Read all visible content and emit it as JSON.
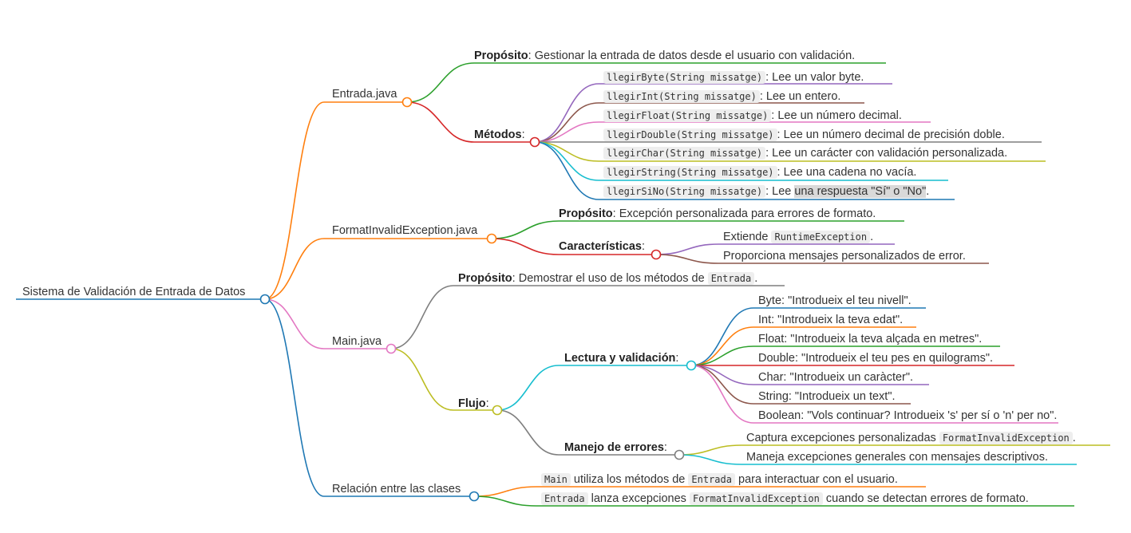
{
  "root": "Sistema de Validación de Entrada de Datos",
  "entrada": {
    "label": "Entrada.java",
    "proposito_key": "Propósito",
    "proposito_text": ": Gestionar la entrada de datos desde el usuario con validación.",
    "metodos_key": "Métodos",
    "metodos": [
      {
        "code": "llegirByte(String missatge)",
        "text": ": Lee un valor byte."
      },
      {
        "code": "llegirInt(String missatge)",
        "text": ": Lee un entero."
      },
      {
        "code": "llegirFloat(String missatge)",
        "text": ": Lee un número decimal."
      },
      {
        "code": "llegirDouble(String missatge)",
        "text": ": Lee un número decimal de precisión doble."
      },
      {
        "code": "llegirChar(String missatge)",
        "text": ": Lee un carácter con validación personalizada."
      },
      {
        "code": "llegirString(String missatge)",
        "text": ": Lee una cadena no vacía."
      },
      {
        "code": "llegirSiNo(String missatge)",
        "text": ": Lee ",
        "highlight": "una respuesta \"Sí\" o \"No\"",
        "tail": "."
      }
    ]
  },
  "format": {
    "label": "FormatInvalidException.java",
    "proposito_key": "Propósito",
    "proposito_text": ": Excepción personalizada para errores de formato.",
    "caracteristicas_key": "Características",
    "extiende_pre": "Extiende ",
    "extiende_code": "RuntimeException",
    "extiende_post": ".",
    "proporciona": "Proporciona mensajes personalizados de error."
  },
  "main": {
    "label": "Main.java",
    "proposito_key": "Propósito",
    "proposito_text": ": Demostrar el uso de los métodos de ",
    "proposito_code": "Entrada",
    "proposito_post": ".",
    "flujo_key": "Flujo",
    "lectura_key": "Lectura y validación",
    "lectura": [
      "Byte: \"Introdueix el teu nivell\".",
      "Int: \"Introdueix la teva edat\".",
      "Float: \"Introdueix la teva alçada en metres\".",
      "Double: \"Introdueix el teu pes en quilograms\".",
      "Char: \"Introdueix un caràcter\".",
      "String: \"Introdueix un text\".",
      "Boolean: \"Vols continuar? Introdueix 's' per sí o 'n' per no\"."
    ],
    "manejo_key": "Manejo de errores",
    "captura_pre": "Captura excepciones personalizadas ",
    "captura_code": "FormatInvalidException",
    "captura_post": ".",
    "maneja": "Maneja excepciones generales con mensajes descriptivos."
  },
  "relacion": {
    "label": "Relación entre las clases",
    "r1_code1": "Main",
    "r1_mid": " utiliza los métodos de ",
    "r1_code2": "Entrada",
    "r1_post": " para interactuar con el usuario.",
    "r2_code1": "Entrada",
    "r2_mid": " lanza excepciones ",
    "r2_code2": "FormatInvalidException",
    "r2_post": " cuando se detectan errores de formato."
  },
  "colors": {
    "root": "#1f78b4",
    "orange": "#ff7f0e",
    "pink": "#e377c2",
    "green": "#2ca02c",
    "red": "#d62728",
    "purple": "#9467bd",
    "brown": "#8c564b",
    "olive": "#bcbd22",
    "cyan": "#17becf",
    "gray": "#7f7f7f"
  }
}
